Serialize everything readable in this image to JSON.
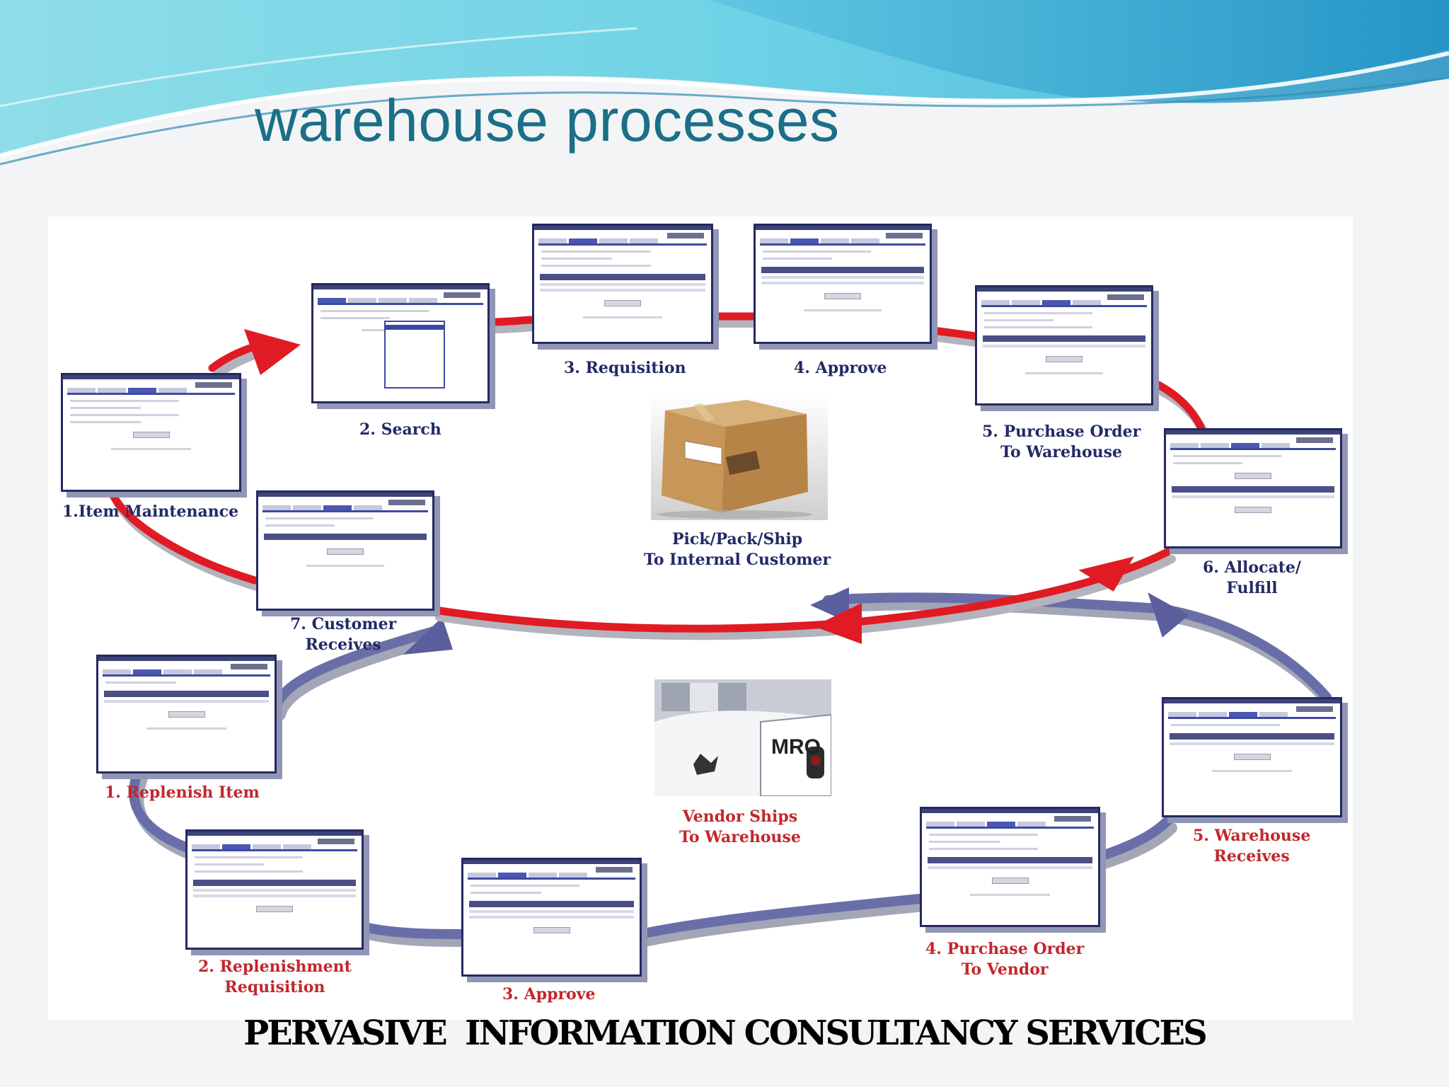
{
  "slide": {
    "title": "warehouse processes",
    "footer": "PERVASIVE  INFORMATION CONSULTANCY SERVICES"
  },
  "internal_cycle": {
    "steps": [
      {
        "label": "1.Item Maintenance"
      },
      {
        "label": "2. Search"
      },
      {
        "label": "3. Requisition"
      },
      {
        "label": "4. Approve"
      },
      {
        "label": "5. Purchase Order\nTo Warehouse"
      },
      {
        "label": "6. Allocate/\nFulfill"
      },
      {
        "label": "7. Customer\nReceives"
      }
    ],
    "center_label": "Pick/Pack/Ship\nTo Internal Customer",
    "arrow_color": "#e01b24"
  },
  "replenishment_cycle": {
    "steps": [
      {
        "label": "1. Replenish Item"
      },
      {
        "label": "2. Replenishment\nRequisition"
      },
      {
        "label": "3. Approve"
      },
      {
        "label": "4. Purchase Order\nTo Vendor"
      },
      {
        "label": "5. Warehouse\nReceives"
      }
    ],
    "center_label": "Vendor Ships\nTo Warehouse",
    "truck_text": "MRO",
    "arrow_color": "#6a6ea8"
  },
  "colors": {
    "title": "#1b6f87",
    "red_labels": "#c1272d",
    "blue_labels": "#222a66",
    "screen_border": "#242a60"
  }
}
